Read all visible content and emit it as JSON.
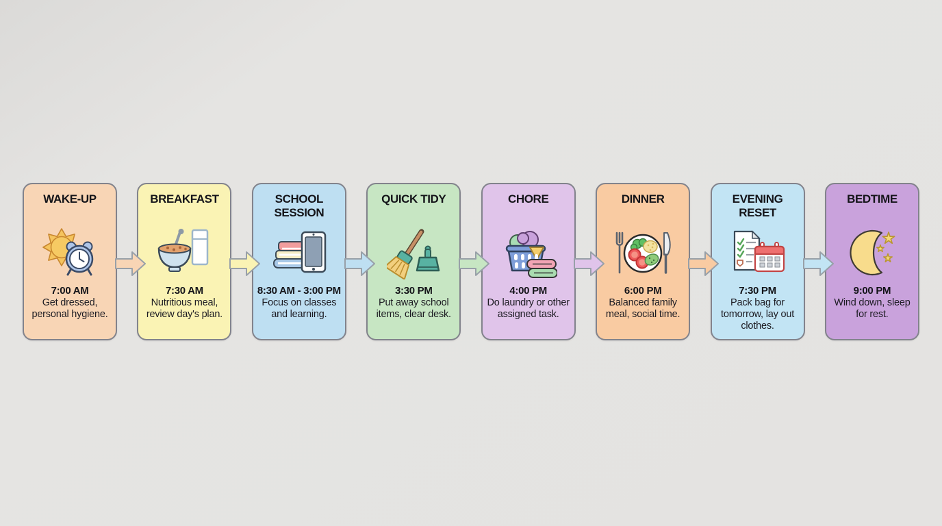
{
  "page": {
    "background": "#e4e3e1",
    "card_border": "#82838c",
    "arrow_outline": "#98a0a8",
    "text_color": "#141419"
  },
  "cards": [
    {
      "title": "WAKE-UP",
      "time": "7:00 AM",
      "description": "Get dressed, personal hygiene.",
      "color": "#f8d5b5",
      "arrow_color": "#f8d5b5",
      "icon": "sun-alarm-clock-icon"
    },
    {
      "title": "BREAKFAST",
      "time": "7:30 AM",
      "description": "Nutritious meal, review day's plan.",
      "color": "#faf3b4",
      "arrow_color": "#faf3b4",
      "icon": "cereal-bowl-milk-icon"
    },
    {
      "title": "SCHOOL SESSION",
      "time": "8:30 AM - 3:00 PM",
      "description": "Focus on classes and learning.",
      "color": "#bedff2",
      "arrow_color": "#bedff2",
      "icon": "books-tablet-icon"
    },
    {
      "title": "QUICK TIDY",
      "time": "3:30 PM",
      "description": "Put away school items, clear desk.",
      "color": "#c7e6c3",
      "arrow_color": "#c7e6c3",
      "icon": "broom-dustpan-icon"
    },
    {
      "title": "CHORE",
      "time": "4:00 PM",
      "description": "Do laundry or other assigned task.",
      "color": "#e0c4ea",
      "arrow_color": "#e0c4ea",
      "icon": "laundry-basket-towels-icon"
    },
    {
      "title": "DINNER",
      "time": "6:00 PM",
      "description": "Balanced family meal, social time.",
      "color": "#f9cba2",
      "arrow_color": "#f9cba2",
      "icon": "dinner-plate-cutlery-icon"
    },
    {
      "title": "EVENING RESET",
      "time": "7:30 PM",
      "description": "Pack bag for tomorrow, lay out clothes.",
      "color": "#c2e4f4",
      "arrow_color": "#c2e4f4",
      "icon": "checklist-calendar-icon"
    },
    {
      "title": "BEDTIME",
      "time": "9:00 PM",
      "description": "Wind down, sleep for rest.",
      "color": "#c9a2dc",
      "arrow_color": "#c9a2dc",
      "icon": "moon-stars-icon"
    }
  ]
}
